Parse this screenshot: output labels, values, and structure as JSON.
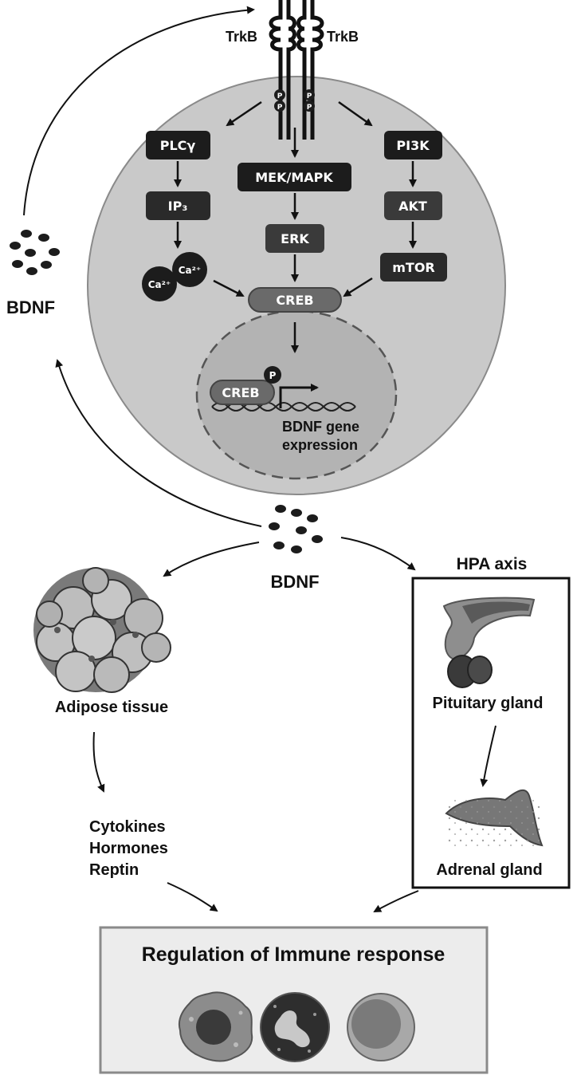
{
  "receptor": {
    "left_label": "TrkB",
    "right_label": "TrkB",
    "phospho": "P"
  },
  "pathways": {
    "plc": {
      "step1": "PLCγ",
      "step2": "IP₃",
      "ion1": "Ca²⁺",
      "ion2": "Ca²⁺"
    },
    "mapk": {
      "step1": "MEK/MAPK",
      "step2": "ERK"
    },
    "pi3k": {
      "step1": "PI3K",
      "step2": "AKT",
      "step3": "mTOR"
    }
  },
  "creb": {
    "label": "CREB",
    "nuclear_label": "CREB",
    "phospho": "P"
  },
  "gene_expression": {
    "line1": "BDNF gene",
    "line2": "expression"
  },
  "bdnf_top_label": "BDNF",
  "bdnf_center_label": "BDNF",
  "adipose": {
    "label": "Adipose tissue",
    "outputs": [
      "Cytokines",
      "Hormones",
      "Reptin"
    ]
  },
  "hpa": {
    "title": "HPA axis",
    "pituitary_label": "Pituitary gland",
    "adrenal_label": "Adrenal gland"
  },
  "immune": {
    "title": "Regulation of Immune response"
  },
  "colors": {
    "node_fill": "#1c1c1c",
    "cell_fill": "#c9c9c9",
    "nucleus_fill": "#b3b3b3",
    "immune_bg": "#ececec"
  }
}
